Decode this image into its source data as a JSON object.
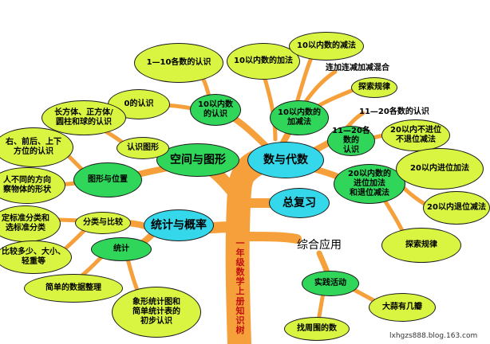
{
  "trunk_label": "一年级数学上册知识树",
  "credit": "lxhgzs888.blog.163.com",
  "main": {
    "space": "空间与图形",
    "algebra": "数与代数",
    "stats": "统计与概率",
    "review": "总复习",
    "applied": "综合应用"
  },
  "space": {
    "recognize_shapes": "认识图形",
    "shape_position": "图形与位置",
    "solids": "长方体、正方体/\n圆柱和球的认识",
    "directions": "右、前后、上下\n方位的认识",
    "views": "人不同的方向\n察物体的形状"
  },
  "algebra": {
    "within10": "10以内数\n的认识",
    "zero": "0的认识",
    "one_to_ten": "1—10各数的认识",
    "add10": "10以内数的加法",
    "sub10": "10以内数的减法",
    "addsub10": "10以内数的\n加减法",
    "mixed": "连加连减加减混合",
    "explore1": "探索规律",
    "within20_intro": "11—20各数的认识",
    "within20": "11—20各数的\n认识",
    "no_carry": "20以内不进位\n不退位减法",
    "addsub20": "20以内数的\n进位加法\n和退位减法",
    "carry_add": "20以内进位加法",
    "borrow_sub": "20以内退位减法",
    "explore2": "探索规律"
  },
  "stats": {
    "classify": "分类与比较",
    "stat": "统计",
    "standard": "定标准分类和\n选标准分类",
    "compare": "比较多少、大小、\n轻重等",
    "simple_data": "简单的数据整理",
    "pictograph": "象形统计图和\n简单统计表的\n初步认识"
  },
  "applied": {
    "practice": "实践活动",
    "garlic": "大蒜有几瓣",
    "circles": "找周围的数"
  },
  "colors": {
    "trunk": "#f5a03a",
    "lime": "#d9f542",
    "green": "#2fd65a",
    "cyan": "#35d8ea",
    "trunk_text": "#c01010"
  }
}
